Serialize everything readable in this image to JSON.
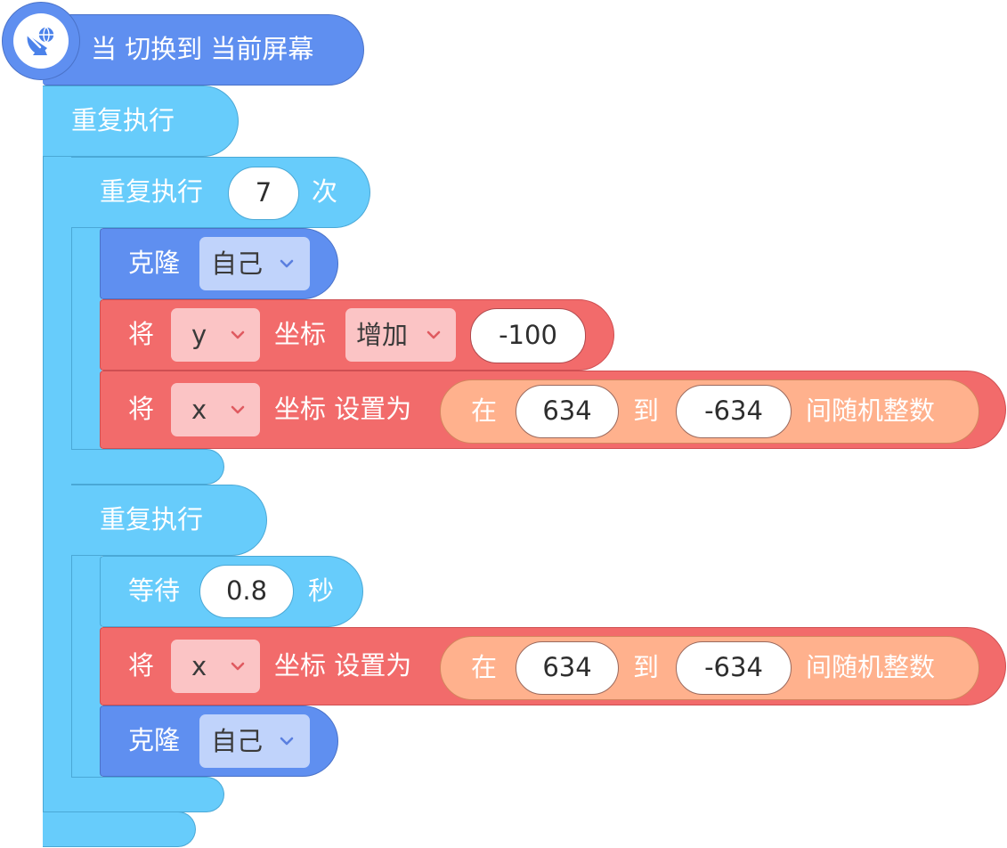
{
  "hat": {
    "label": "当 切换到 当前屏幕",
    "icon": "satellite-dish-icon"
  },
  "forever_outer": {
    "label": "重复执行"
  },
  "repeat_block": {
    "label_pre": "重复执行",
    "count": "7",
    "label_post": "次"
  },
  "clone1": {
    "label": "克隆",
    "target": "自己"
  },
  "change_y": {
    "label_pre": "将",
    "axis": "y",
    "label_mid": "坐标",
    "op": "增加",
    "value": "-100"
  },
  "set_x1": {
    "label_pre": "将",
    "axis": "x",
    "label_mid": "坐标 设置为",
    "rand_pre": "在",
    "from": "634",
    "rand_mid": "到",
    "to": "-634",
    "rand_post": "间随机整数"
  },
  "forever_inner": {
    "label": "重复执行"
  },
  "wait": {
    "label_pre": "等待",
    "seconds": "0.8",
    "label_post": "秒"
  },
  "set_x2": {
    "label_pre": "将",
    "axis": "x",
    "label_mid": "坐标 设置为",
    "rand_pre": "在",
    "from": "634",
    "rand_mid": "到",
    "to": "-634",
    "rand_post": "间随机整数"
  },
  "clone2": {
    "label": "克隆",
    "target": "自己"
  },
  "colors": {
    "control": "#67ccfb",
    "action": "#5f8ff0",
    "motion": "#f26b6b",
    "operator": "#ffb18d"
  }
}
